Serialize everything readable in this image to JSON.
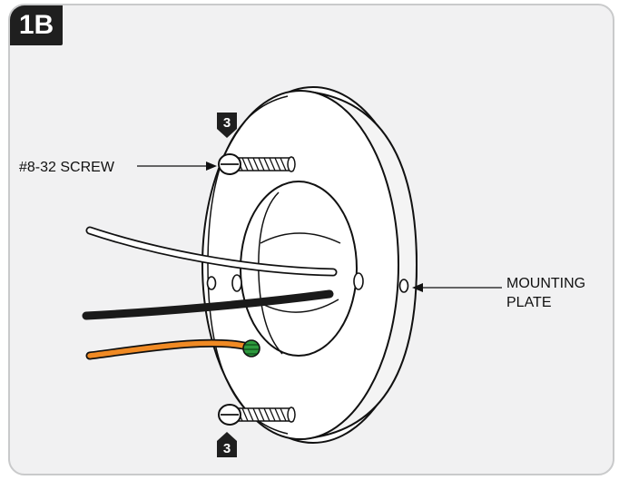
{
  "step": {
    "label": "1B"
  },
  "callouts": {
    "screw_top": "3",
    "screw_bottom": "3"
  },
  "labels": {
    "screw": "#8-32 SCREW",
    "plate_line1": "MOUNTING",
    "plate_line2": "PLATE"
  },
  "colors": {
    "frame_bg": "#f1f1f2",
    "frame_border": "#c9cacb",
    "badge": "#1f1f1f",
    "wire_black": "#1a1a1a",
    "wire_orange": "#f08a24",
    "wire_nut": "#2e9a3e"
  }
}
